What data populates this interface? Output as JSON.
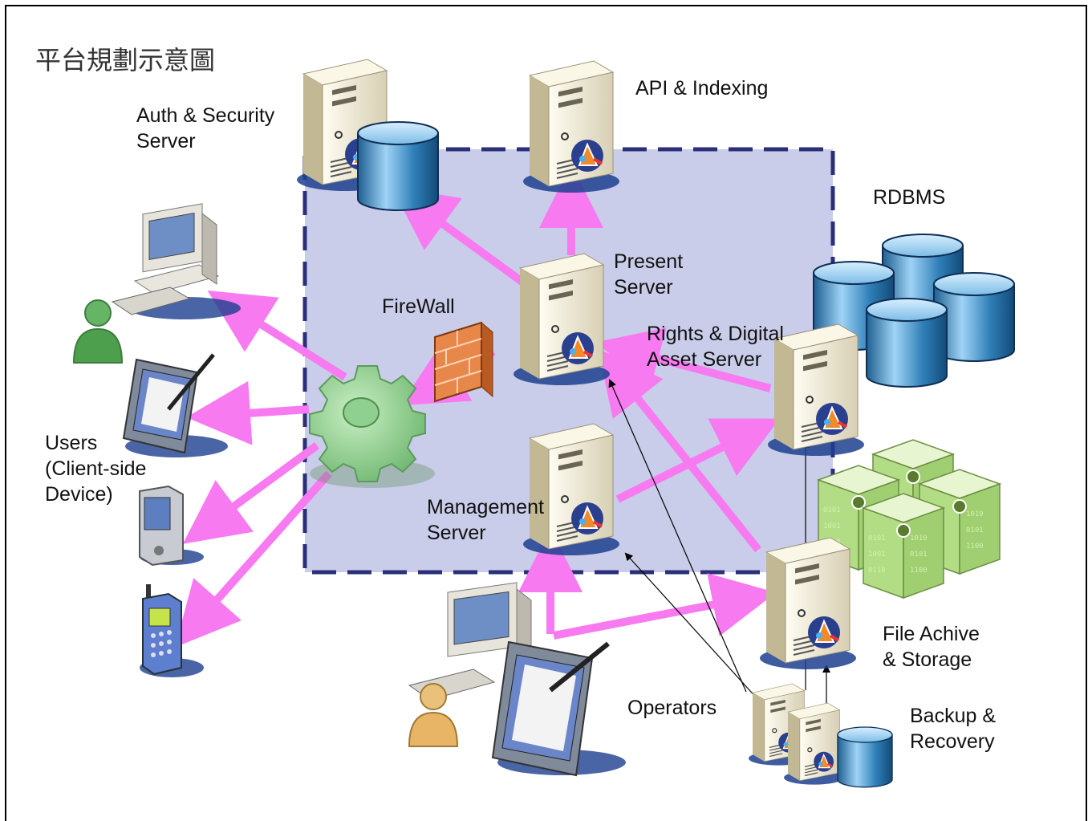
{
  "title": "平台規劃示意圖",
  "labels": {
    "auth_server": [
      "Auth & Security",
      "Server"
    ],
    "api_indexing": "API & Indexing",
    "rdbms": "RDBMS",
    "present_server": [
      "Present",
      "Server"
    ],
    "firewall": "FireWall",
    "rights_server": [
      "Rights & Digital",
      "Asset Server"
    ],
    "users": [
      "Users",
      "(Client-side",
      "Device)"
    ],
    "management_server": [
      "Management",
      "Server"
    ],
    "file_archive": [
      "File Achive",
      "& Storage"
    ],
    "operators": "Operators",
    "backup": [
      "Backup &",
      "Recovery"
    ]
  },
  "colors": {
    "arrow": "#f77af0",
    "zone_fill": "#c9cde9",
    "zone_border": "#2a2f78",
    "server_body": "#f1ecdc",
    "disk": "#2f7fb8",
    "gear": "#8fcf8f",
    "firewall": "#e8874a",
    "archive": "#b9e28c"
  },
  "icons": [
    "server-icon",
    "database-icon",
    "gear-icon",
    "firewall-icon",
    "desktop-computer-icon",
    "user-icon",
    "pda-icon",
    "cell-phone-icon",
    "archive-storage-icon"
  ]
}
